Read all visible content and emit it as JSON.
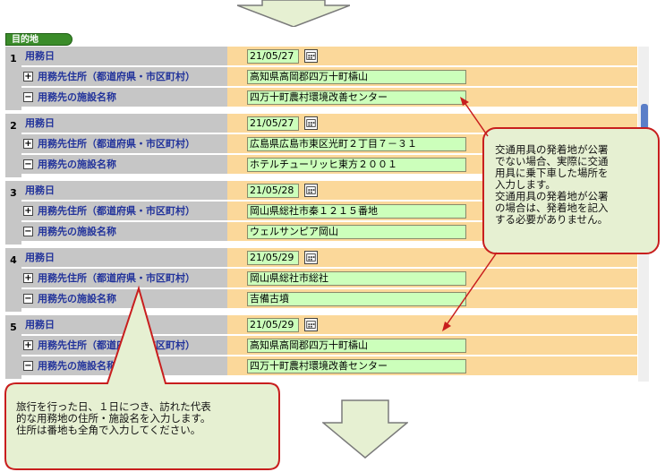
{
  "section": {
    "title": "目的地"
  },
  "records": [
    {
      "num": "1",
      "date_label": "用務日",
      "date": "21/05/27",
      "address_label": "用務先住所（都道府県・市区町村）",
      "address": "高知県高岡郡四万十町檮山",
      "facility_label": "用務先の施設名称",
      "facility": "四万十町農村環境改善センター"
    },
    {
      "num": "2",
      "date_label": "用務日",
      "date": "21/05/27",
      "address_label": "用務先住所（都道府県・市区町村）",
      "address": "広島県広島市東区光町２丁目７－３１",
      "facility_label": "用務先の施設名称",
      "facility": "ホテルチューリッヒ東方２００１"
    },
    {
      "num": "3",
      "date_label": "用務日",
      "date": "21/05/28",
      "address_label": "用務先住所（都道府県・市区町村）",
      "address": "岡山県総社市秦１２１５番地",
      "facility_label": "用務先の施設名称",
      "facility": "ウェルサンピア岡山"
    },
    {
      "num": "4",
      "date_label": "用務日",
      "date": "21/05/29",
      "address_label": "用務先住所（都道府県・市区町村）",
      "address": "岡山県総社市総社",
      "facility_label": "用務先の施設名称",
      "facility": "吉備古墳"
    },
    {
      "num": "5",
      "date_label": "用務日",
      "date": "21/05/29",
      "address_label": "用務先住所（都道府県・市区町村）",
      "address": "高知県高岡郡四万十町檮山",
      "facility_label": "用務先の施設名称",
      "facility": "四万十町農村環境改善センター"
    }
  ],
  "callouts": {
    "right": [
      "交通用具の発着地が公署",
      "でない場合、実際に交通",
      "用具に乗下車した場所を",
      "入力します。",
      "交通用具の発着地が公署",
      "の場合は、発着地を記入",
      "する必要がありません。"
    ],
    "left": [
      "旅行を行った日、１日につき、訪れた代表",
      "的な用務地の住所・施設名を入力します。",
      "住所は番地も全角で入力してください。"
    ]
  },
  "colors": {
    "label_bg": "#c6c6c6",
    "label_text": "#22339b",
    "value_bg": "#fbd89a",
    "input_bg": "#ccffbb",
    "callout_fill": "#e6f0d2",
    "callout_stroke": "#c81e1e",
    "section_tab": "#3b8c2a",
    "arrow_fill": "#e6f0d2"
  }
}
